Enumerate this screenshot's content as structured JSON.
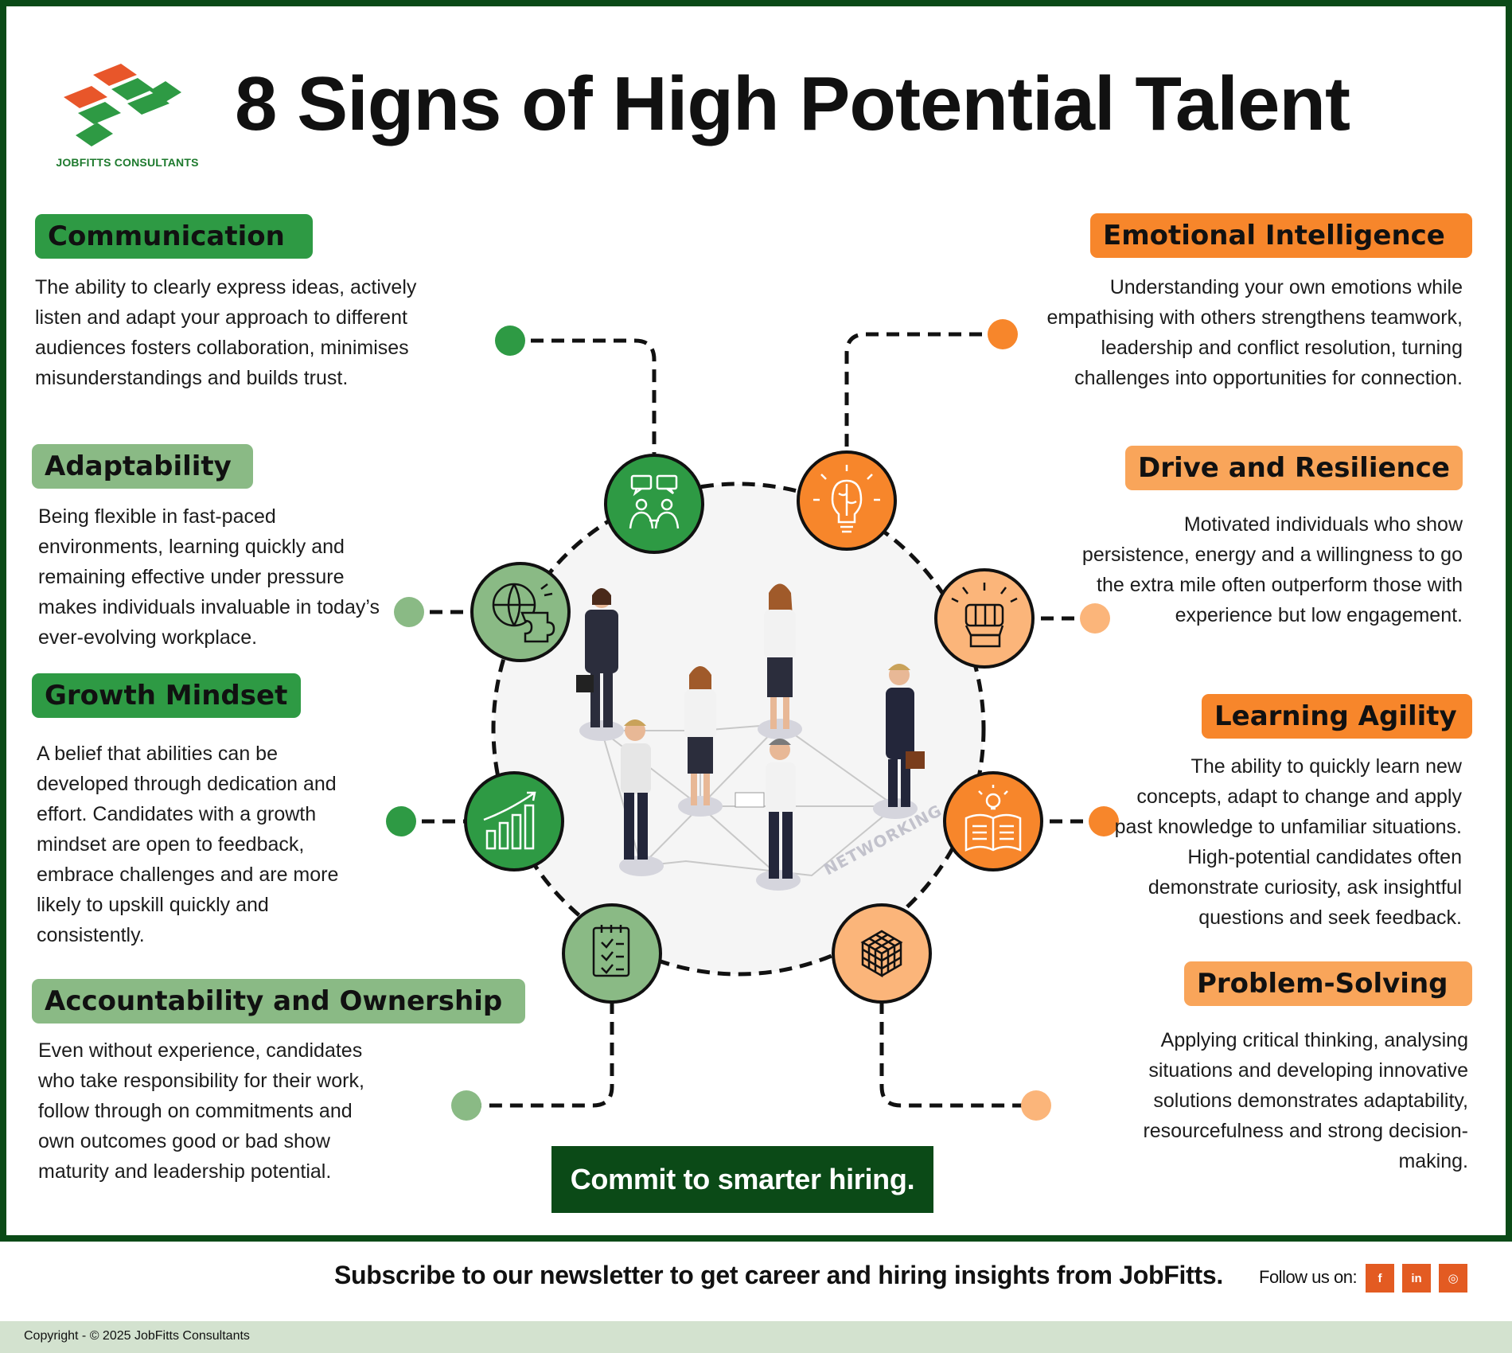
{
  "header": {
    "title": "8 Signs of High Potential Talent",
    "logo_text": "JOBFITTS CONSULTANTS"
  },
  "signs": {
    "communication": {
      "title": "Communication",
      "text": "The ability to clearly express ideas, actively listen and adapt your approach to different audiences fosters collaboration, minimises misunderstandings and builds trust."
    },
    "adaptability": {
      "title": "Adaptability",
      "text": "Being flexible in fast-paced environments, learning quickly and remaining effective under pressure makes individuals invaluable in today’s ever-evolving workplace."
    },
    "growth_mindset": {
      "title": "Growth Mindset",
      "text": "A belief that abilities can be developed through dedication and effort. Candidates with a growth mindset are open to feedback, embrace challenges and are more likely to upskill quickly and consistently."
    },
    "accountability": {
      "title": "Accountability and Ownership",
      "text": "Even without experience, candidates who take responsibility for their work, follow through on commitments and own outcomes good or bad show maturity and leadership potential."
    },
    "emotional_intelligence": {
      "title": "Emotional Intelligence",
      "text": "Understanding your own emotions while empathising with others strengthens teamwork, leadership and conflict resolution, turning challenges into opportunities for connection."
    },
    "drive": {
      "title": "Drive and Resilience",
      "text": "Motivated individuals who show persistence, energy and a willingness to go the extra mile often outperform those with experience but low engagement."
    },
    "learning_agility": {
      "title": "Learning Agility",
      "text": "The ability to quickly learn new concepts, adapt to change and apply past knowledge to unfamiliar situations. High-potential candidates often demonstrate curiosity, ask insightful questions and seek feedback."
    },
    "problem_solving": {
      "title": "Problem-Solving",
      "text": "Applying critical thinking, analysing situations and developing innovative solutions demonstrates adaptability, resourcefulness and strong decision-making."
    }
  },
  "center": {
    "networking_label": "NETWORKING"
  },
  "icons": {
    "communication": "speech-bubbles-people-icon",
    "adaptability": "globe-puzzle-icon",
    "growth_mindset": "rising-bar-chart-icon",
    "accountability": "checklist-clipboard-icon",
    "emotional_intelligence": "brain-lightbulb-icon",
    "drive": "raised-fist-icon",
    "learning_agility": "open-book-lightbulb-icon",
    "problem_solving": "rubiks-cube-icon"
  },
  "cta": {
    "label": "Commit to smarter hiring."
  },
  "footer": {
    "newsletter": "Subscribe to our newsletter to get career and hiring insights from JobFitts.",
    "follow_label": "Follow us on:",
    "social": [
      "f",
      "in",
      "◎"
    ],
    "copyright": "Copyright - © 2025 JobFitts Consultants"
  },
  "colors": {
    "dark_green": "#0b4a17",
    "green": "#2e9a44",
    "light_green": "#8aba85",
    "orange": "#f7862b",
    "light_orange": "#f9a55a",
    "pale_orange": "#fbb57a",
    "footer_bg": "#d3e2cf",
    "social": "#e35b22"
  }
}
